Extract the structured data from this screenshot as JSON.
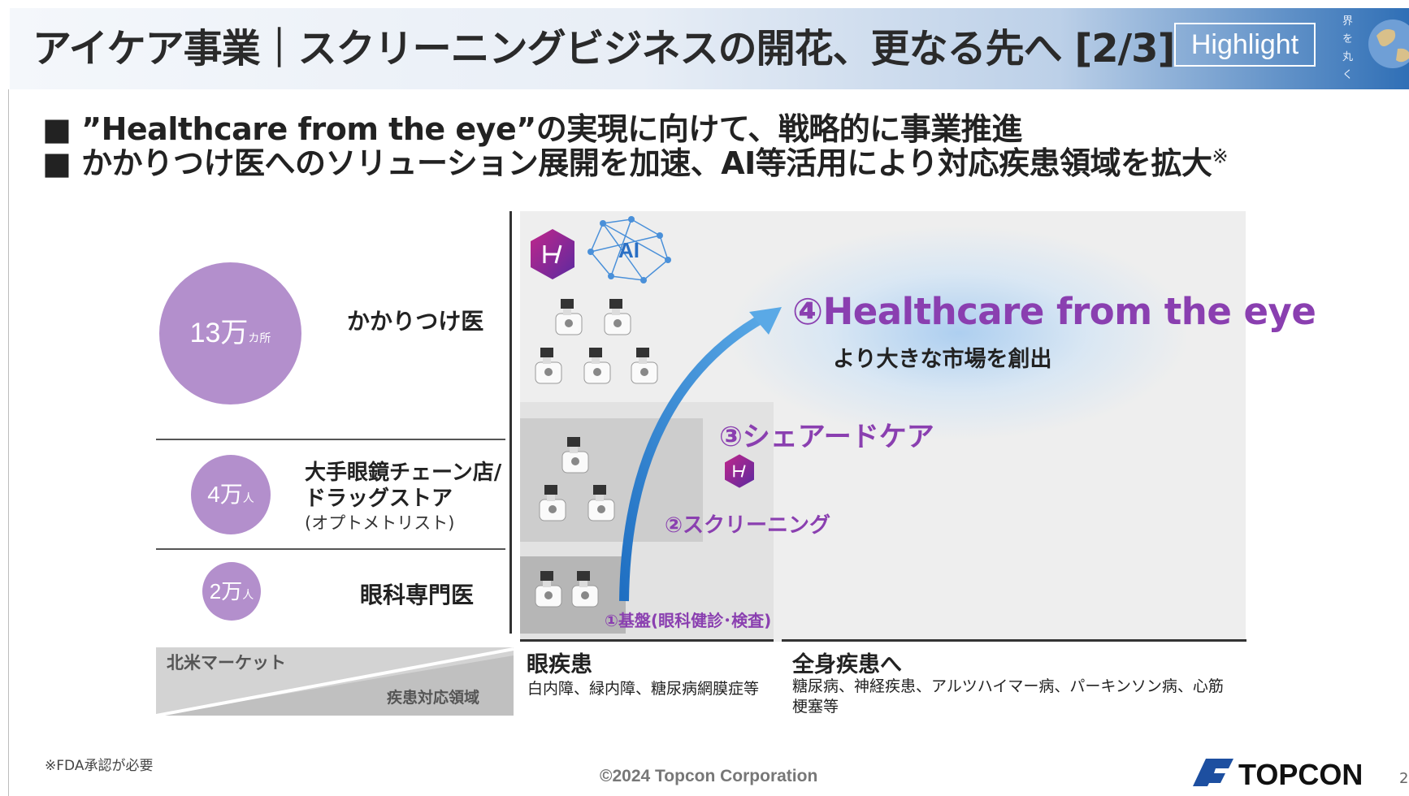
{
  "header": {
    "title": "アイケア事業｜スクリーニングビジネスの開花、更なる先へ [2/3]",
    "badge": "Highlight",
    "side_text": "界を丸く"
  },
  "bullets": [
    "■ ”Healthcare from the eye”の実現に向けて、戦略的に事業推進",
    "■ かかりつけ医へのソリューション展開を加速、AI等活用により対応疾患領域を拡大",
    "※"
  ],
  "rows": {
    "kakaritsuke": {
      "count": "13万",
      "unit": "カ所",
      "label": "かかりつけ医"
    },
    "chain": {
      "count": "4万",
      "unit": "人",
      "label_line1": "大手眼鏡チェーン店/",
      "label_line2": "ドラッグストア",
      "label_sub": "(オプトメトリスト)"
    },
    "ophthalmology": {
      "count": "2万",
      "unit": "人",
      "label": "眼科専門医"
    }
  },
  "market": {
    "label": "北米マーケット",
    "disease_label": "疾患対応領域"
  },
  "steps": {
    "step4_title": "④Healthcare from the eye",
    "step4_sub": "より大きな市場を創出",
    "step3": "③シェアードケア",
    "step2": "②スクリーニング",
    "step1": "①基盤(眼科健診･検査)",
    "ai_label": "AI"
  },
  "diseases": {
    "eye_title": "眼疾患",
    "eye_list": "白内障、緑内障、糖尿病網膜症等",
    "systemic_title": "全身疾患へ",
    "systemic_list": "糖尿病、神経疾患、アルツハイマー病、パーキンソン病、心筋梗塞等"
  },
  "footer": {
    "footnote": "※FDA承認が必要",
    "copyright": "©2024 Topcon Corporation",
    "logo": "TOPCON",
    "page": "2"
  },
  "colors": {
    "accent_purple": "#8a3fb0",
    "circle_purple": "#b38fcc",
    "arrow_blue": "#2f7fcf",
    "header_blue": "#2f6fb6"
  }
}
